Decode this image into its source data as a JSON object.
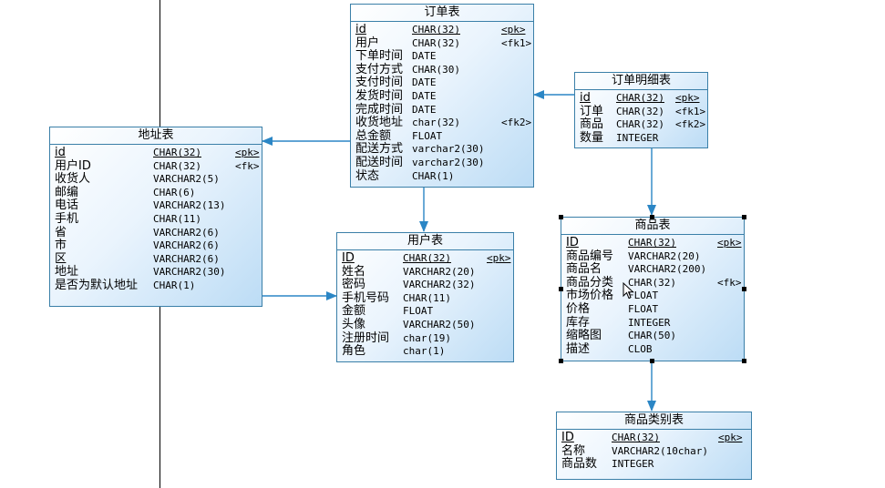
{
  "entities": [
    {
      "id": "order",
      "title": "订单表",
      "fields": [
        {
          "name": "id",
          "type": "CHAR(32)",
          "key": "<pk>",
          "pk": true
        },
        {
          "name": "用户",
          "type": "CHAR(32)",
          "key": "<fk1>"
        },
        {
          "name": "下单时间",
          "type": "DATE",
          "key": ""
        },
        {
          "name": "支付方式",
          "type": "CHAR(30)",
          "key": ""
        },
        {
          "name": "支付时间",
          "type": "DATE",
          "key": ""
        },
        {
          "name": "发货时间",
          "type": "DATE",
          "key": ""
        },
        {
          "name": "完成时间",
          "type": "DATE",
          "key": ""
        },
        {
          "name": "收货地址",
          "type": "char(32)",
          "key": "<fk2>"
        },
        {
          "name": "总金额",
          "type": "FLOAT",
          "key": ""
        },
        {
          "name": "配送方式",
          "type": "varchar2(30)",
          "key": ""
        },
        {
          "name": "配送时间",
          "type": "varchar2(30)",
          "key": ""
        },
        {
          "name": "状态",
          "type": "CHAR(1)",
          "key": ""
        }
      ]
    },
    {
      "id": "order-detail",
      "title": "订单明细表",
      "fields": [
        {
          "name": "id",
          "type": "CHAR(32)",
          "key": "<pk>",
          "pk": true
        },
        {
          "name": "订单",
          "type": "CHAR(32)",
          "key": "<fk1>"
        },
        {
          "name": "商品",
          "type": "CHAR(32)",
          "key": "<fk2>"
        },
        {
          "name": "数量",
          "type": "INTEGER",
          "key": ""
        }
      ]
    },
    {
      "id": "address",
      "title": "地址表",
      "fields": [
        {
          "name": "id",
          "type": "CHAR(32)",
          "key": "<pk>",
          "pk": true
        },
        {
          "name": "用户ID",
          "type": "CHAR(32)",
          "key": "<fk>"
        },
        {
          "name": "收货人",
          "type": "VARCHAR2(5)",
          "key": ""
        },
        {
          "name": "邮编",
          "type": "CHAR(6)",
          "key": ""
        },
        {
          "name": "电话",
          "type": "VARCHAR2(13)",
          "key": ""
        },
        {
          "name": "手机",
          "type": "CHAR(11)",
          "key": ""
        },
        {
          "name": "省",
          "type": "VARCHAR2(6)",
          "key": ""
        },
        {
          "name": "市",
          "type": "VARCHAR2(6)",
          "key": ""
        },
        {
          "name": "区",
          "type": "VARCHAR2(6)",
          "key": ""
        },
        {
          "name": "地址",
          "type": "VARCHAR2(30)",
          "key": ""
        },
        {
          "name": "是否为默认地址",
          "type": "CHAR(1)",
          "key": ""
        }
      ]
    },
    {
      "id": "user",
      "title": "用户表",
      "fields": [
        {
          "name": "ID",
          "type": "CHAR(32)",
          "key": "<pk>",
          "pk": true
        },
        {
          "name": "姓名",
          "type": "VARCHAR2(20)",
          "key": ""
        },
        {
          "name": "密码",
          "type": "VARCHAR2(32)",
          "key": ""
        },
        {
          "name": "手机号码",
          "type": "CHAR(11)",
          "key": ""
        },
        {
          "name": "金额",
          "type": "FLOAT",
          "key": ""
        },
        {
          "name": "头像",
          "type": "VARCHAR2(50)",
          "key": ""
        },
        {
          "name": "注册时间",
          "type": "char(19)",
          "key": ""
        },
        {
          "name": "角色",
          "type": "char(1)",
          "key": ""
        }
      ]
    },
    {
      "id": "product",
      "title": "商品表",
      "fields": [
        {
          "name": "ID",
          "type": "CHAR(32)",
          "key": "<pk>",
          "pk": true
        },
        {
          "name": "商品编号",
          "type": "VARCHAR2(20)",
          "key": ""
        },
        {
          "name": "商品名",
          "type": "VARCHAR2(200)",
          "key": ""
        },
        {
          "name": "商品分类",
          "type": "CHAR(32)",
          "key": "<fk>"
        },
        {
          "name": "市场价格",
          "type": "FLOAT",
          "key": ""
        },
        {
          "name": "价格",
          "type": "FLOAT",
          "key": ""
        },
        {
          "name": "库存",
          "type": "INTEGER",
          "key": ""
        },
        {
          "name": "缩略图",
          "type": "CHAR(50)",
          "key": ""
        },
        {
          "name": "描述",
          "type": "CLOB",
          "key": ""
        }
      ]
    },
    {
      "id": "category",
      "title": "商品类别表",
      "fields": [
        {
          "name": "ID",
          "type": "CHAR(32)",
          "key": "<pk>",
          "pk": true
        },
        {
          "name": "名称",
          "type": "VARCHAR2(10char)",
          "key": ""
        },
        {
          "name": "商品数",
          "type": "INTEGER",
          "key": ""
        }
      ]
    }
  ],
  "relationships": [
    {
      "from": "order",
      "to": "address"
    },
    {
      "from": "order",
      "to": "user"
    },
    {
      "from": "order-detail",
      "to": "order"
    },
    {
      "from": "order-detail",
      "to": "product"
    },
    {
      "from": "address",
      "to": "user"
    },
    {
      "from": "product",
      "to": "category"
    }
  ],
  "colors": {
    "border": "#3a7fa8",
    "connector": "#2b86c5",
    "fill": "#bcdcf5"
  },
  "selected_entity": "product"
}
